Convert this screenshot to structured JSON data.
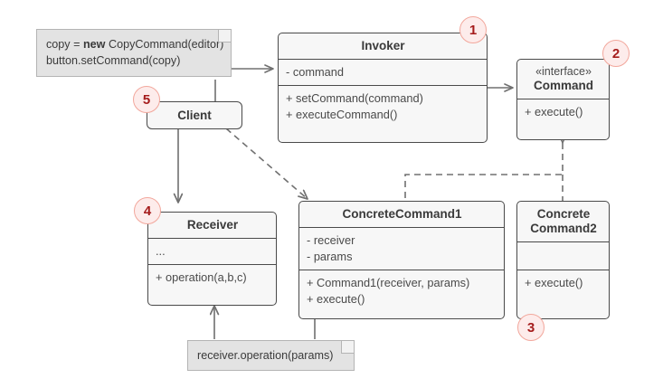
{
  "diagram": {
    "title": "Command design pattern UML class diagram",
    "background": "#ffffff",
    "line_color": "#707070",
    "box_border": "#4a4a4a",
    "box_fill": "#f7f7f7",
    "note_fill": "#e3e3e3",
    "badge_fill": "#fdeceb",
    "badge_border": "#f2a79c",
    "badge_text": "#a51c1c"
  },
  "notes": {
    "client_code": {
      "line1_prefix": "copy = ",
      "line1_keyword": "new",
      "line1_suffix": " CopyCommand(editor)",
      "line2": "button.setCommand(copy)"
    },
    "receiver_call": {
      "text": "receiver.operation(params)"
    }
  },
  "classes": {
    "invoker": {
      "name": "Invoker",
      "attributes": [
        "- command"
      ],
      "operations": [
        "+ setCommand(command)",
        "+ executeCommand()"
      ]
    },
    "command": {
      "stereotype": "«interface»",
      "name": "Command",
      "operations": [
        "+ execute()"
      ]
    },
    "client": {
      "name": "Client"
    },
    "receiver": {
      "name": "Receiver",
      "attributes": [
        "..."
      ],
      "operations": [
        "+ operation(a,b,c)"
      ]
    },
    "concrete_command_1": {
      "name": "ConcreteCommand1",
      "attributes": [
        "- receiver",
        "- params"
      ],
      "operations": [
        "+ Command1(receiver, params)",
        "+ execute()"
      ]
    },
    "concrete_command_2": {
      "name_line1": "Concrete",
      "name_line2": "Command2",
      "attributes": [],
      "operations": [
        "+ execute()"
      ]
    }
  },
  "badges": {
    "invoker": "1",
    "command": "2",
    "concrete_command_2": "3",
    "receiver": "4",
    "client": "5"
  }
}
